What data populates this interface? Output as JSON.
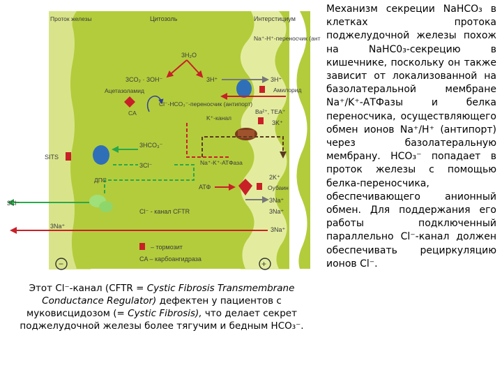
{
  "diagram": {
    "regions": {
      "duct": "Проток железы",
      "cytosol": "Цитозоль",
      "interstitium": "Интерстициум"
    },
    "labels": {
      "antiporter": "Na⁺-H⁺-переносчик (антипорт)",
      "h2o": "3H₂O",
      "co2_oh": "3CO₂ · 3OH⁻",
      "three_h": "3H⁺",
      "three_h_out": "3H⁺",
      "acetazolamide": "Ацетазоламид",
      "ca_inhib": "CA",
      "ca_enzyme": "CA",
      "amiloride": "Амилорид",
      "cl_hco3": "Cl⁻-HCO₃⁻-переносчик (антипорт)",
      "k_channel": "K⁺-канал",
      "ba_tea": "Ba²⁺, TEA⁺",
      "three_k": "3K⁺",
      "sits": "SITS",
      "three_hco3": "3HCO₃⁻",
      "three_cl_in": "3Cl⁻",
      "nak_atpase": "Na⁺-K⁺-АТФаза",
      "dps": "ДПС",
      "atp": "АТФ",
      "two_k": "2K⁺",
      "ouabain": "Оубаин",
      "three_na_a": "3Na⁺",
      "three_cl_duct": "3Cl⁻",
      "cftr": "Cl⁻ - канал CFTR",
      "three_na_b": "3Na⁺",
      "three_na_duct": "3Na⁺",
      "three_na_inter": "3Na⁺",
      "legend_inhibitor": "– тормозит",
      "legend_ca": "CA – карбоангидраза",
      "minus": "−",
      "plus": "+"
    }
  },
  "caption": {
    "part1": "Этот Cl⁻-канал (CFTR = ",
    "italic1": "Cystic Fibrosis Transmembrane Conductance Regulator)",
    "part2": " дефектен у пациентов с муковисцидозом (= ",
    "italic2": "Cystic Fibrosis),",
    "part3": " что делает секрет поджелудочной железы более тягучим и бедным HCO₃⁻."
  },
  "side_text": "Механизм секреции NaHCO₃ в клетках протока поджелудочной железы похож на NaHC0₃-секрецию в кишечнике, поскольку он также зависит от локализованной на базолатеральной мембране Na⁺/K⁺-АТФазы и белка переносчика, осуществляющего обмен ионов Na⁺/H⁺ (антипорт) через базолатеральную мембрану. HCO₃⁻ попадает в проток железы с помощью белка-переносчика, обеспечивающего анионный обмен. Для поддержания его работы подключенный параллельно Cl⁻-канал должен обеспечивать рециркуляцию ионов Cl⁻.",
  "colors": {
    "cell": "#b3cc3c",
    "duct": "#d9e48a",
    "interstitium": "#cfe07a",
    "arrow_red": "#c82027",
    "arrow_green": "#2aa84a",
    "arrow_dark": "#5a3a1e",
    "arrow_gray": "#777777",
    "arrow_blue": "#2f3f9e"
  }
}
